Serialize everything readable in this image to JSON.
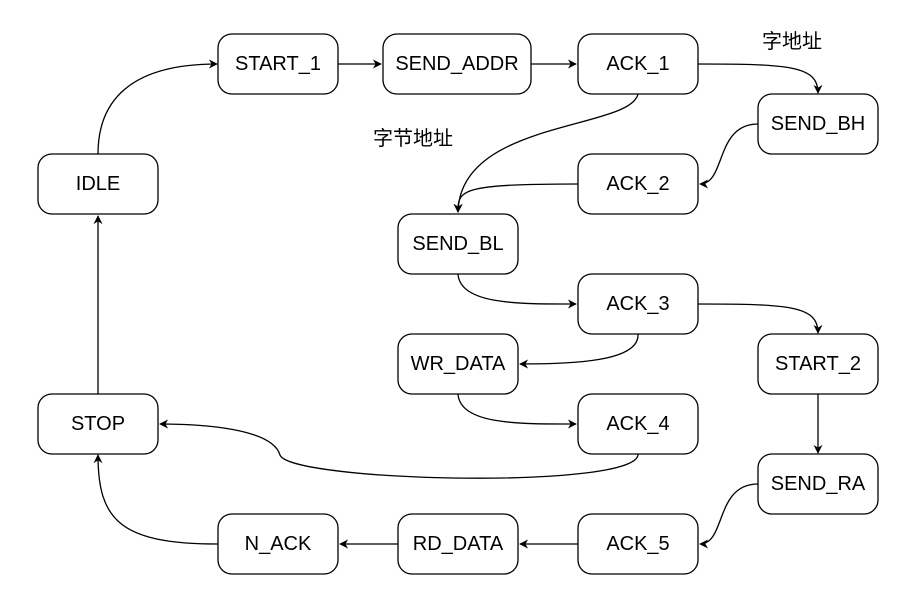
{
  "colors": {
    "stroke": "#000000",
    "fill": "#ffffff",
    "text": "#000000"
  },
  "states": {
    "start_1": "START_1",
    "send_addr": "SEND_ADDR",
    "ack_1": "ACK_1",
    "send_bh": "SEND_BH",
    "ack_2": "ACK_2",
    "idle": "IDLE",
    "send_bl": "SEND_BL",
    "ack_3": "ACK_3",
    "wr_data": "WR_DATA",
    "start_2": "START_2",
    "stop": "STOP",
    "ack_4": "ACK_4",
    "send_ra": "SEND_RA",
    "n_ack": "N_ACK",
    "rd_data": "RD_DATA",
    "ack_5": "ACK_5"
  },
  "edge_labels": {
    "word_address": "字地址",
    "byte_address": "字节地址"
  },
  "transitions": [
    [
      "IDLE",
      "START_1"
    ],
    [
      "START_1",
      "SEND_ADDR"
    ],
    [
      "SEND_ADDR",
      "ACK_1"
    ],
    [
      "ACK_1",
      "SEND_BH"
    ],
    [
      "ACK_1",
      "SEND_BL"
    ],
    [
      "SEND_BH",
      "ACK_2"
    ],
    [
      "ACK_2",
      "SEND_BL"
    ],
    [
      "SEND_BL",
      "ACK_3"
    ],
    [
      "ACK_3",
      "WR_DATA"
    ],
    [
      "ACK_3",
      "START_2"
    ],
    [
      "WR_DATA",
      "ACK_4"
    ],
    [
      "ACK_4",
      "STOP"
    ],
    [
      "START_2",
      "SEND_RA"
    ],
    [
      "SEND_RA",
      "ACK_5"
    ],
    [
      "ACK_5",
      "RD_DATA"
    ],
    [
      "RD_DATA",
      "N_ACK"
    ],
    [
      "N_ACK",
      "STOP"
    ],
    [
      "STOP",
      "IDLE"
    ]
  ]
}
